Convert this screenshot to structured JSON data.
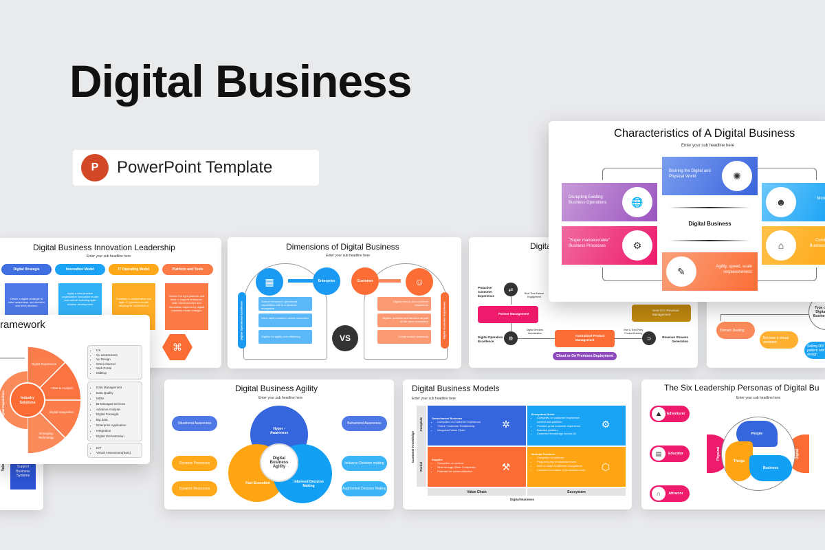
{
  "header": {
    "title": "Digital Business",
    "badge_label": "PowerPoint Template",
    "badge_icon": "powerpoint-icon",
    "badge_icon_letter": "P"
  },
  "colors": {
    "background": "#e9eaec",
    "blue": "#3f6fe0",
    "cyan": "#1aa3f5",
    "orange": "#fb6d35",
    "yellow": "#ffa91a",
    "pink": "#ee1a6c",
    "purple": "#a35bc4"
  },
  "innovation": {
    "title": "Digital Business Innovation Leadership",
    "subtitle": "Enter your sub headline here",
    "pills": [
      "Digital Strategie",
      "Innovation Model",
      "IT Operating Model",
      "Platform and Tools"
    ],
    "cards": [
      "Define a digital strategie to raise awareness, set direction and drive decision",
      "Apply a best practice organization innovation model and culture including agile solution development",
      "Establish a collaborative and agile IT operation model allowing for incubation of",
      "Deliver the right platform and tools to support enterprise-wide transformation and innovation required by digital business model changes"
    ]
  },
  "framework": {
    "title": "ramework",
    "center": "Industry Solutions",
    "left": "Digital Capabilities",
    "segments": [
      "Digital Experience",
      "Data & Analysis",
      "Digital Integration",
      "Emerging Technology"
    ],
    "list1": [
      "UX",
      "Xu assessment",
      "Xu Design",
      "Omni-channel",
      "Web Portal",
      "MidExp"
    ],
    "list2": [
      "Data Management",
      "Data Quality",
      "MDM",
      "BI-Managed services",
      "Advance Analysis",
      "Digital Foresight",
      "Big data",
      "Enterprise Application",
      "Integration",
      "Digital Orchestration"
    ],
    "list3": [
      "IOT",
      "Virtual Assessment(Bots)"
    ]
  },
  "support": {
    "box": "Support Business Systems",
    "side": "Valu"
  },
  "dimensions": {
    "title": "Dimensions of Digital Business",
    "subtitle": "Enter your sub headline here",
    "enterprise": "Enterprise",
    "customer": "Customer",
    "vs": "VS",
    "left_bar": "Digital Operational Excellence",
    "right_bar": "Digital Customer Experience",
    "left_rows": [
      "Source enhanced operational capabilities with in a dynamic ecosystem",
      "Drive rapid customer centric innovation",
      "Digitize for agility over efficiency"
    ],
    "right_rows": [
      "Digitize end-to-end customer experience",
      "Digitize products and services as part of the value ecosystem",
      "Create trusted readiness"
    ]
  },
  "platform": {
    "title": "Digita",
    "proactive": "Proactive Customer Experience",
    "realtime": "Real-Time Partner Engagement",
    "partner": "Partner Management",
    "operation": "Digital Operation Excellence",
    "monetization": "Digital Services Monetization",
    "centralized": "Centralized Product Management",
    "own": "Own & Third Party Product Building",
    "revenue_gen": "Revenue Streams Generation",
    "nextgen": "Next-Gen Revenue Management",
    "cloud": "Cloud or On Premises Deployment"
  },
  "types": {
    "center": "Type of Digital Business",
    "items": [
      "Domain Dealing",
      "Become a virtual assistant",
      "Selling DIY pattern and design"
    ]
  },
  "characteristics": {
    "title": "Characteristics of A Digital Business",
    "subtitle": "Enter your sub headline here",
    "center": "Digital Business",
    "items": [
      "Blurring the Digital and Physical World",
      "Disrupting Existing Business Operations",
      "\"Super manoeuvrable\" Business Processes",
      "Agility, speed, scale responsiveness",
      "More",
      "Comb Business"
    ]
  },
  "agility": {
    "title": "Digital Business Agility",
    "subtitle": "Enter your sub headline here",
    "center": "Digital Business Agility",
    "circles": [
      "Hyper - Awareness",
      "Fast Execution",
      "Informed Decision Making"
    ],
    "left": [
      "Situational Awareness",
      "Dynamic Processes",
      "Dynamic Resources"
    ],
    "right": [
      "Behavioral Awareness",
      "Inclusive Decision making",
      "Augmented Decision Making"
    ]
  },
  "models": {
    "title": "Digital Business Models",
    "subtitle": "Enter your sub headline here",
    "y_axis": "Customer Knowledge",
    "x_axis": "Digital Business",
    "rows": [
      "Complete",
      "Partial"
    ],
    "cols": [
      "Value Chain",
      "Ecosystem"
    ],
    "quadrants": [
      {
        "title": "Omnichannel Business",
        "items": [
          "Competes on Customer experience",
          "\"Owns\" Customer Relationship",
          "Integrated Value Chain"
        ]
      },
      {
        "title": "Ecosystem Driver",
        "items": [
          "Competes on customer experience content and platform",
          "Provider great customer experience",
          "Branded platform",
          "Customer Knowledge Across All"
        ]
      },
      {
        "title": "Supplier",
        "items": [
          "Competes on content",
          "Sells through Other Companies",
          "Potential for commoditization"
        ]
      },
      {
        "title": "Modular Producer",
        "items": [
          "Competes on platform",
          "Plug-and-play products/services",
          "Able to adapt to different ecosystems",
          "Constant innovation of product/services"
        ]
      }
    ]
  },
  "personas": {
    "title": "The Six Leadership Personas of Digital Bu",
    "subtitle": "Enter your sub headline here",
    "left": [
      "Adventurer",
      "Educator",
      "Attractor"
    ],
    "physical": "Physical",
    "digital": "Digital",
    "segments": [
      "People",
      "Things",
      "Business"
    ]
  }
}
